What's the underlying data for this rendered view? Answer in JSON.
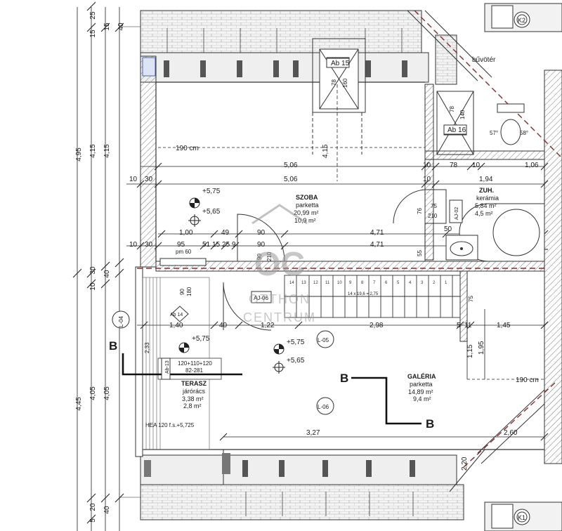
{
  "watermark": {
    "logo": "OC",
    "line1": "OTTHON",
    "line2": "CENTRUM"
  },
  "left_dims": {
    "outer": [
      "4,95",
      "4,45"
    ],
    "mid": [
      "4,15",
      "4,05"
    ],
    "inner": [
      "4,15",
      "4,05"
    ],
    "small": [
      "25",
      "15",
      "40",
      "10",
      "30",
      "40",
      "20",
      "5",
      "40",
      "15"
    ]
  },
  "rooms": {
    "szoba": {
      "name": "SZOBA",
      "floor": "parketta",
      "area": "20,99 m²",
      "area2": "10,9 m²"
    },
    "zuh": {
      "name": "ZUH.",
      "floor": "kerámia",
      "area": "5,84 m²",
      "area2": "4,5 m²"
    },
    "terasz": {
      "name": "TERASZ",
      "floor": "járórács",
      "area": "3,38 m²",
      "area2": "2,8 m²"
    },
    "galeria": {
      "name": "GALÉRIA",
      "floor": "parketta",
      "area": "14,89 m²",
      "area2": "9,4 m²"
    },
    "buvoter": "bűvötér"
  },
  "tags": {
    "ab15": "Ab 15",
    "ab16": "Ab 16",
    "ab14": "Ab 14",
    "ab13": "Ab-13",
    "aj02": "AJ-02",
    "aj06": "AJ-06",
    "l04": "L-04",
    "l05": "L-05",
    "l06": "L-06",
    "k1": "K1",
    "k2": "K2"
  },
  "levels": [
    "+5,75",
    "+5,65",
    "+5,75",
    "+5,75",
    "+5,65"
  ],
  "section": {
    "b": "B"
  },
  "dims": {
    "d190a": "190 cm",
    "d190b": "190 cm",
    "d506": "5,06",
    "d10a": "10",
    "d78": "78",
    "d10b": "10",
    "d106": "1,06",
    "d10c": "10",
    "d30a": "30",
    "d194": "1,94",
    "d100": "1,00",
    "d49": "49",
    "d90a": "90",
    "d471a": "4,71",
    "d50": "50",
    "d10d": "10",
    "d30b": "30",
    "d95": "95",
    "d51": "51",
    "d15": "15",
    "d25": "25",
    "d9": "9",
    "d90b": "90",
    "d471b": "4,71",
    "pm60": "pm 60",
    "d90c": "90",
    "d210a": "210",
    "d55": "55",
    "d75a": "75",
    "d76": "76",
    "d75b": "75",
    "d210b": "210",
    "d160": "160",
    "d78b": "78",
    "d415": "4,15",
    "d140": "140",
    "d78c": "78",
    "d57": "57°",
    "d58": "58°",
    "d90d": "90",
    "d180": "180",
    "d140b": "1,40",
    "d40": "40",
    "d122": "1,22",
    "d298": "2,98",
    "d5": "5",
    "d11": "11",
    "d145": "1,45",
    "d233": "2,33",
    "d115": "1,15",
    "d195": "1,95",
    "win": "120+110+120",
    "win2": "82-281",
    "hea": "HEA 120 f.s.+5,725",
    "d327": "3,27",
    "d260": "2,60",
    "d220": "2,20",
    "stair": "14 x 19,6 = 2,75",
    "stepnums": [
      "14",
      "13",
      "12",
      "11",
      "10",
      "9",
      "8",
      "7",
      "6",
      "5",
      "4",
      "3",
      "2",
      "1"
    ]
  }
}
